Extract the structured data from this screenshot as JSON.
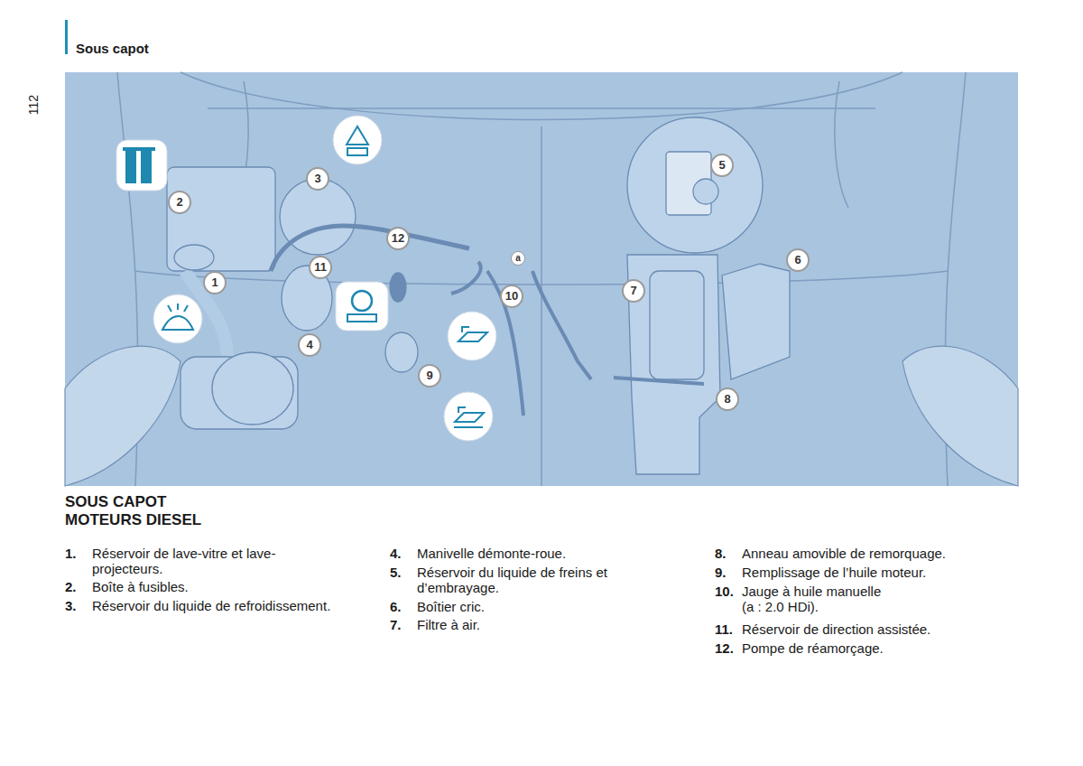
{
  "diagram": {
    "title": "SOUS CAPOT MOTEURS DIESEL",
    "labels": [
      "Sous capot",
      "112",
      "2",
      "3",
      "12",
      "11",
      "1",
      "4",
      "a",
      "10",
      "9",
      "5",
      "6",
      "7",
      "8",
      "1.",
      "Réservoir de lave-vitre et lave-projecteurs.",
      "2.",
      "Boîte à fusibles.",
      "3.",
      "Réservoir du liquide de refroidissement.",
      "4.",
      "Manivelle démonte-roue.",
      "5.",
      "Réservoir du liquide de freins et d’embrayage.",
      "6.",
      "Boîtier cric.",
      "7.",
      "Filtre à air.",
      "8.",
      "Anneau amovible de remorquage.",
      "9.",
      "Remplissage de l’huile moteur.",
      "10.",
      "Jauge à huile manuelle (a : 2.0 HDi).",
      "11.",
      "Réservoir de direction assistée.",
      "12.",
      "Pompe de réamorçage."
    ]
  }
}
